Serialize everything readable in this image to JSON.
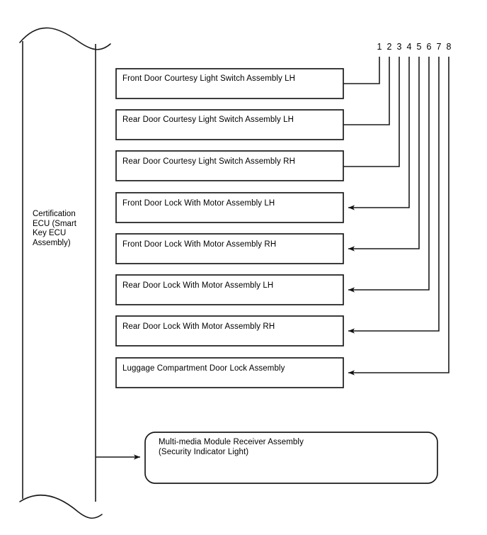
{
  "diagram": {
    "title_block": {
      "name": "Certification ECU (Smart Key ECU Assembly)",
      "line1": "Certification",
      "line2": "ECU (Smart",
      "line3": "Key ECU",
      "line4": "Assembly)"
    },
    "connector_numbers": [
      "1",
      "2",
      "3",
      "4",
      "5",
      "6",
      "7",
      "8"
    ],
    "components": [
      {
        "label": "Front Door Courtesy Light Switch Assembly LH",
        "connector": "1",
        "direction": "out"
      },
      {
        "label": "Rear Door Courtesy Light Switch Assembly LH",
        "connector": "2",
        "direction": "out"
      },
      {
        "label": "Rear Door Courtesy Light Switch Assembly RH",
        "connector": "3",
        "direction": "out"
      },
      {
        "label": "Front Door Lock With Motor Assembly LH",
        "connector": "4",
        "direction": "in"
      },
      {
        "label": "Front Door Lock With Motor Assembly RH",
        "connector": "5",
        "direction": "in"
      },
      {
        "label": "Rear Door Lock With Motor Assembly LH",
        "connector": "6",
        "direction": "in"
      },
      {
        "label": "Rear Door Lock With Motor Assembly RH",
        "connector": "7",
        "direction": "in"
      },
      {
        "label": "Luggage Compartment Door Lock Assembly",
        "connector": "8",
        "direction": "in"
      }
    ],
    "rounded_component": {
      "line1": "Multi-media Module Receiver Assembly",
      "line2": "(Security Indicator Light)"
    },
    "colors": {
      "stroke": "#1a1a1a",
      "background": "#ffffff",
      "text": "#000000"
    }
  }
}
